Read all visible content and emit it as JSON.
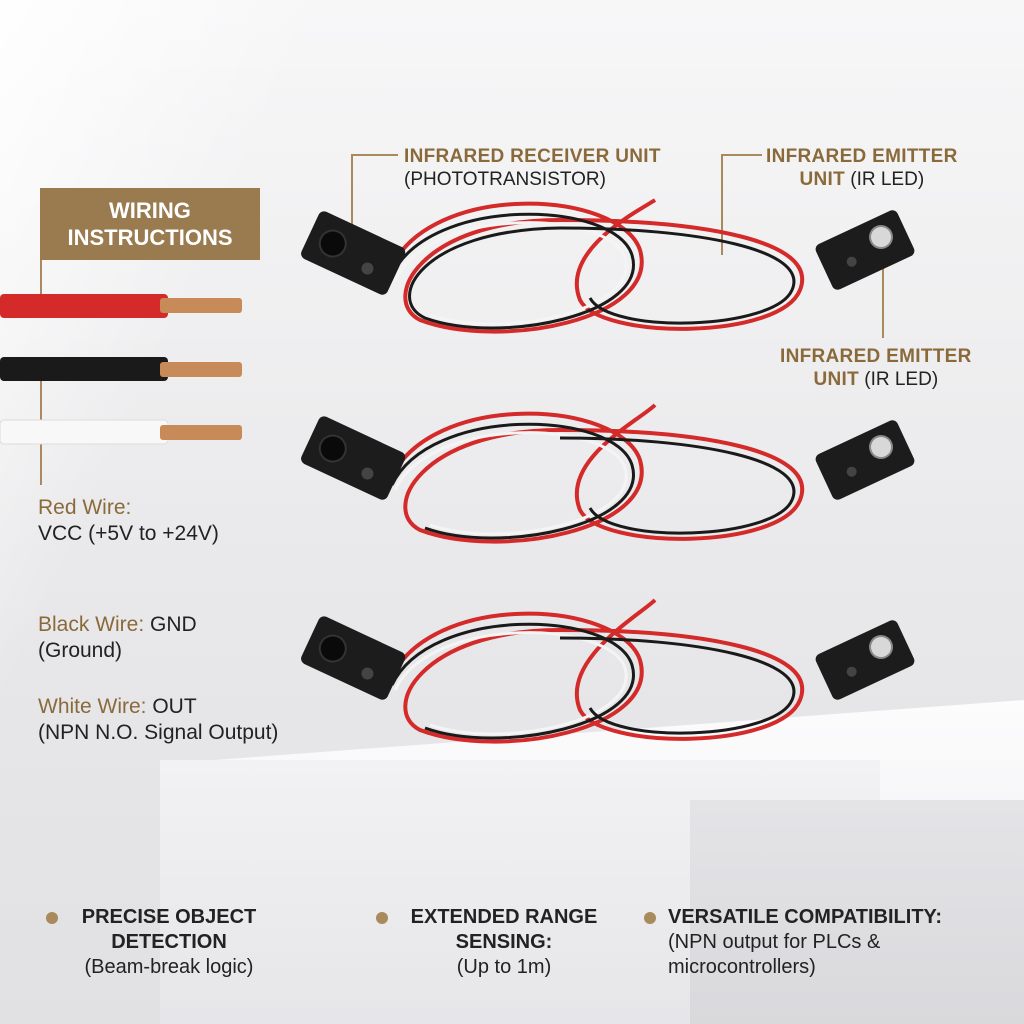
{
  "badge": {
    "line1": "WIRING",
    "line2": "INSTRUCTIONS"
  },
  "callouts": {
    "receiver": {
      "title": "INFRARED RECEIVER UNIT",
      "subtitle": "(PHOTOTRANSISTOR)"
    },
    "emitter_top": {
      "title": "INFRARED EMITTER",
      "line2_bold": "UNIT",
      "line2_rest": " (IR LED)"
    },
    "emitter_side": {
      "title": "INFRARED EMITTER",
      "line2_bold": "UNIT",
      "line2_rest": " (IR LED)"
    }
  },
  "legend": {
    "red": {
      "key": "Red Wire:",
      "value": "VCC (+5V to +24V)"
    },
    "black": {
      "key": "Black Wire:",
      "value": " GND",
      "line2": "(Ground)"
    },
    "white": {
      "key": "White Wire:",
      "value": " OUT",
      "line2": "(NPN N.O. Signal Output)"
    }
  },
  "features": [
    {
      "title1": "PRECISE OBJECT",
      "title2": "DETECTION",
      "sub": "(Beam-break logic)"
    },
    {
      "title1": "EXTENDED RANGE",
      "title2": "SENSING:",
      "sub": "(Up to 1m)"
    },
    {
      "title1": "VERSATILE COMPATIBILITY:",
      "sub1": "(NPN output for PLCs &",
      "sub2": "microcontrollers)"
    }
  ],
  "colors": {
    "accent": "#9a7b4f",
    "wire_red": "#d42a2a",
    "wire_black": "#1a1a1a",
    "wire_white": "#f4f4f4",
    "copper": "#c98a5a"
  },
  "icons": [
    "receiver-sensor",
    "emitter-sensor",
    "wire-red",
    "wire-black",
    "wire-white"
  ]
}
